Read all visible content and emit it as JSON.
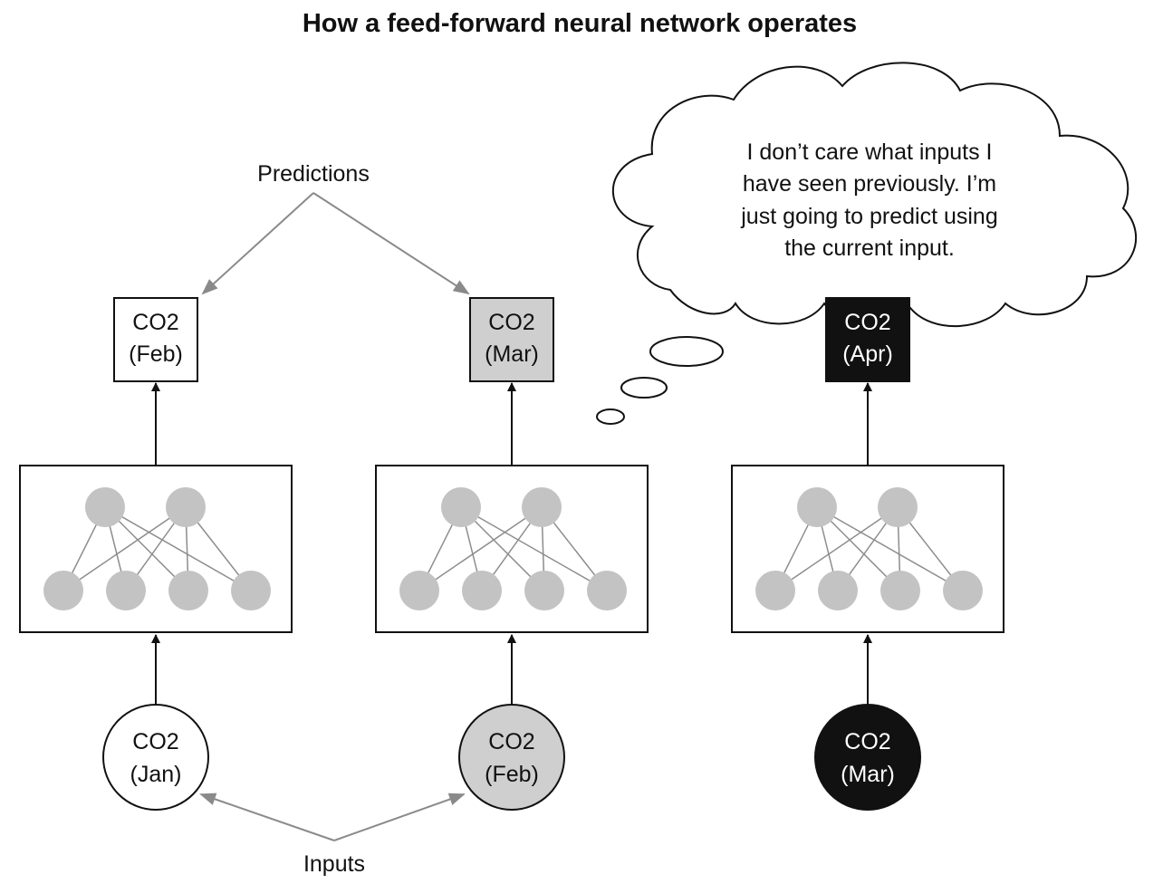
{
  "title": "How a feed-forward neural network operates",
  "labels": {
    "predictions": "Predictions",
    "inputs": "Inputs"
  },
  "thought_lines": [
    "I don’t care what inputs I",
    "have seen previously. I’m",
    "just going to predict using",
    "the current input."
  ],
  "colors": {
    "neuron": "#c3c3c3",
    "grey_fill": "#cfcfcf",
    "black_fill": "#111111",
    "arrow_grey": "#8a8a8a"
  },
  "columns": [
    {
      "output": {
        "line1": "CO2",
        "line2": "(Feb)",
        "style": "white"
      },
      "input": {
        "line1": "CO2",
        "line2": "(Jan)",
        "style": "white"
      }
    },
    {
      "output": {
        "line1": "CO2",
        "line2": "(Mar)",
        "style": "grey"
      },
      "input": {
        "line1": "CO2",
        "line2": "(Feb)",
        "style": "grey"
      }
    },
    {
      "output": {
        "line1": "CO2",
        "line2": "(Apr)",
        "style": "black"
      },
      "input": {
        "line1": "CO2",
        "line2": "(Mar)",
        "style": "black"
      }
    }
  ]
}
